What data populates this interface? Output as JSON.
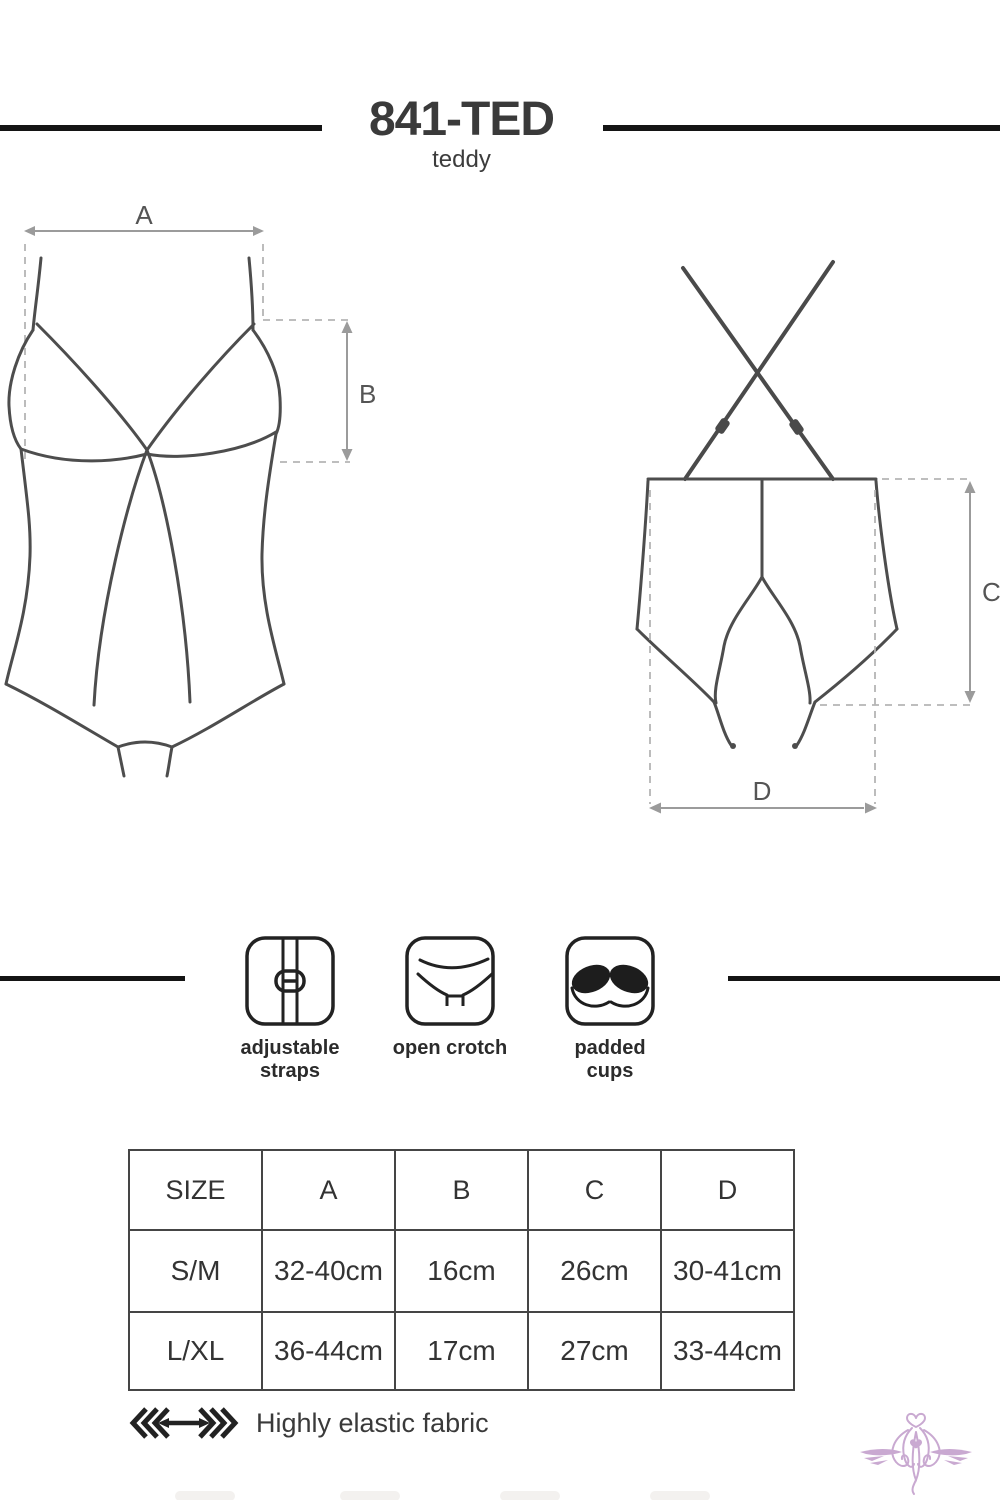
{
  "title": {
    "model": "841-TED",
    "subtitle": "teddy"
  },
  "diagram": {
    "dim_a": "A",
    "dim_b": "B",
    "dim_c": "C",
    "dim_d": "D"
  },
  "features": [
    {
      "icon": "adjustable-straps-icon",
      "label": "adjustable straps"
    },
    {
      "icon": "open-crotch-icon",
      "label": "open crotch"
    },
    {
      "icon": "padded-cups-icon",
      "label": "padded cups"
    }
  ],
  "size_table": {
    "headers": [
      "SIZE",
      "A",
      "B",
      "C",
      "D"
    ],
    "rows": [
      {
        "size": "S/M",
        "values": [
          "32-40cm",
          "16cm",
          "26cm",
          "30-41cm"
        ]
      },
      {
        "size": "L/XL",
        "values": [
          "36-44cm",
          "17cm",
          "27cm",
          "33-44cm"
        ]
      }
    ]
  },
  "footer": {
    "fabric_note": "Highly elastic fabric"
  },
  "colors": {
    "garment_line": "#4d4d4d",
    "dimension_line": "#9b9b9b",
    "bar_black": "#141414",
    "ornament_lilac": "#c9a9d1"
  }
}
